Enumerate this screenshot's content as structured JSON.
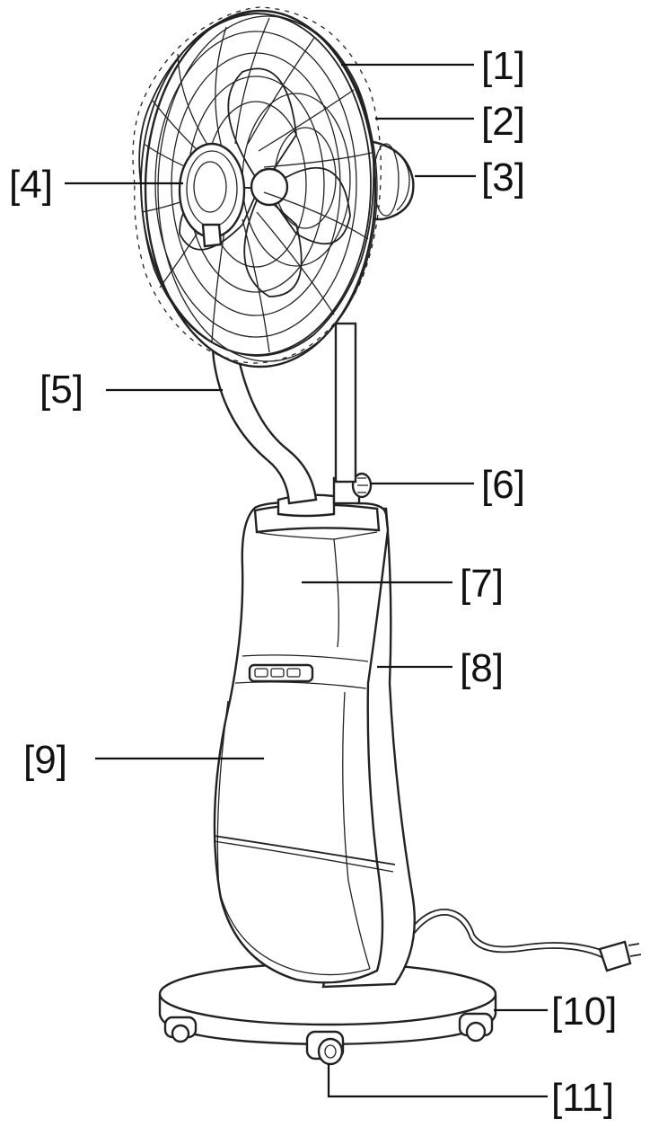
{
  "labels": {
    "l1": "[1]",
    "l2": "[2]",
    "l3": "[3]",
    "l4": "[4]",
    "l5": "[5]",
    "l6": "[6]",
    "l7": "[7]",
    "l8": "[8]",
    "l9": "[9]",
    "l10": "[10]",
    "l11": "[11]"
  },
  "colors": {
    "ink": "#222222",
    "background": "#ffffff"
  }
}
